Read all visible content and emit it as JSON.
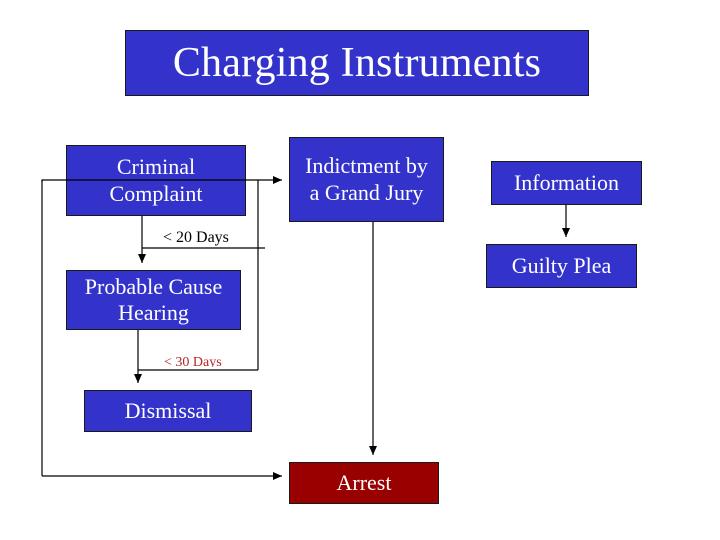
{
  "title": "Charging Instruments",
  "nodes": {
    "criminal_complaint": "Criminal\nComplaint",
    "indictment": "Indictment by\na Grand Jury",
    "information": "Information",
    "guilty_plea": "Guilty Plea",
    "probable_cause": "Probable Cause\nHearing",
    "dismissal": "Dismissal",
    "arrest": "Arrest"
  },
  "labels": {
    "days_20": "< 20 Days",
    "days_30": "< 30 Days"
  },
  "colors": {
    "node_blue": "#3333cc",
    "node_red": "#990000",
    "line": "#000000"
  }
}
